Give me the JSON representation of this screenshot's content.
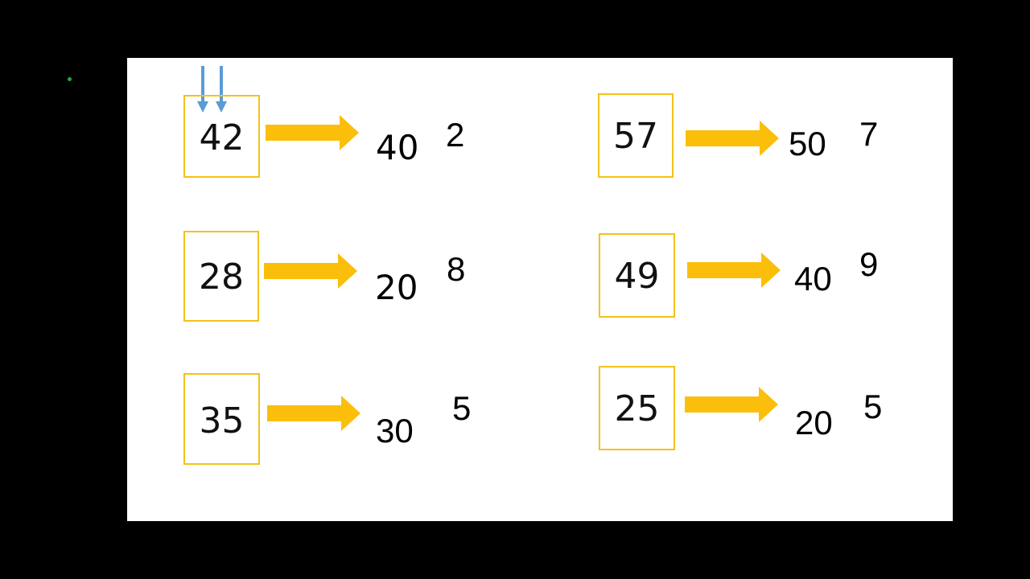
{
  "accent_color": "#f2c21b",
  "pointer_color": "#5b9bd5",
  "rows": [
    {
      "number": "42",
      "tens": "40",
      "ones": "2"
    },
    {
      "number": "57",
      "tens": "50",
      "ones": "7"
    },
    {
      "number": "28",
      "tens": "20",
      "ones": "8"
    },
    {
      "number": "49",
      "tens": "40",
      "ones": "9"
    },
    {
      "number": "35",
      "tens": "30",
      "ones": "5"
    },
    {
      "number": "25",
      "tens": "20",
      "ones": "5"
    }
  ]
}
